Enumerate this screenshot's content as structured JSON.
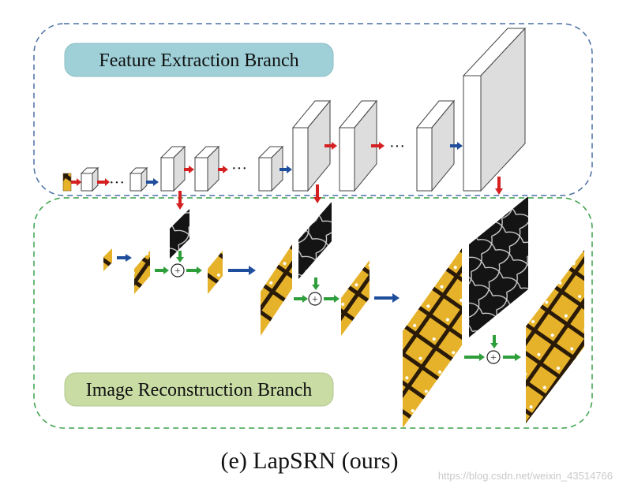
{
  "feature_branch": {
    "title": "Feature Extraction Branch"
  },
  "reconstruction_branch": {
    "title": "Image Reconstruction Branch"
  },
  "operators": {
    "sum": "+"
  },
  "ellipsis": "···",
  "caption": "(e) LapSRN (ours)",
  "watermark": "https://blog.csdn.net/weixin_43514766",
  "colors": {
    "feature_box_border": "#4a6fa5",
    "reconstruction_box_border": "#3aa04a",
    "feature_pill": "#9fd0d8",
    "reconstruction_pill": "#c8dca4",
    "conv_arrow": "#d42020",
    "upsample_arrow": "#1f4e9c",
    "add_arrow": "#2e9e3a"
  }
}
